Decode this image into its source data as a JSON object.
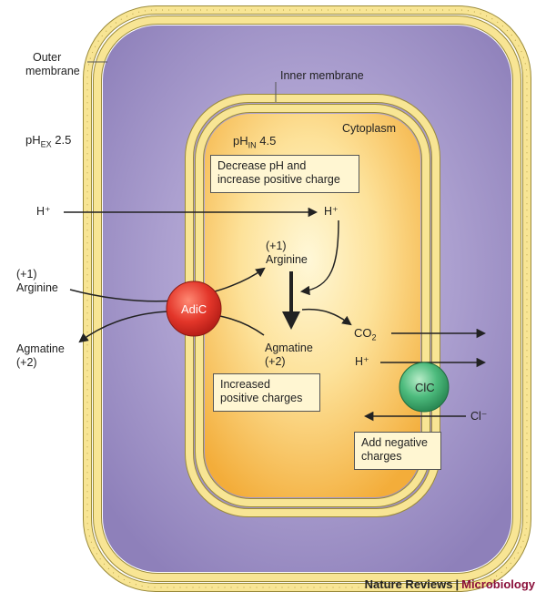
{
  "labels": {
    "outer_membrane_1": "Outer",
    "outer_membrane_2": "membrane",
    "inner_membrane": "Inner membrane",
    "cytoplasm": "Cytoplasm",
    "ph_ex_prefix": "pH",
    "ph_ex_sub": "EX",
    "ph_ex_value": " 2.5",
    "ph_in_prefix": "pH",
    "ph_in_sub": "IN",
    "ph_in_value": " 4.5",
    "h_plus_outside": "H⁺",
    "h_plus_inside": "H⁺",
    "arginine_in_charge": "(+1)",
    "arginine_in": "Arginine",
    "arginine_out_charge": "(+1)",
    "arginine_out": "Arginine",
    "agmatine_out": "Agmatine",
    "agmatine_out_charge": "(+2)",
    "agmatine_in": "Agmatine",
    "agmatine_in_charge": "(+2)",
    "co2_prefix": "CO",
    "co2_sub": "2",
    "h_plus_exit": "H⁺",
    "cl_minus": "Cl⁻",
    "adic": "AdiC",
    "clc": "ClC"
  },
  "boxes": {
    "decrease_ph_1": "Decrease pH and",
    "decrease_ph_2": "increase positive charge",
    "increased_positive_1": "Increased",
    "increased_positive_2": "positive charges",
    "add_negative_1": "Add negative",
    "add_negative_2": "charges"
  },
  "footer": {
    "journal": "Nature Reviews",
    "separator": "|",
    "section": "Microbiology"
  },
  "colors": {
    "outer_cell": "#a79bc9",
    "cytoplasm_center": "#fff3c4",
    "cytoplasm_edge": "#f5b94a",
    "membrane_bead": "#f7e08a",
    "adic": "#e8372a",
    "clc": "#3aa66a",
    "footer_accent": "#8a0f3a"
  }
}
